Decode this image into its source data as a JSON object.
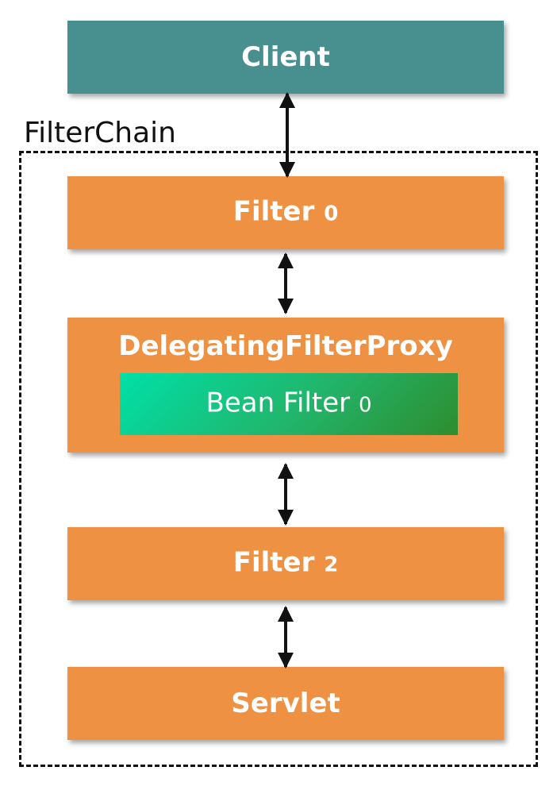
{
  "client": {
    "label": "Client"
  },
  "chain": {
    "label": "FilterChain"
  },
  "filter0": {
    "name": "Filter",
    "index": "0"
  },
  "proxy": {
    "label": "DelegatingFilterProxy"
  },
  "bean": {
    "name": "Bean Filter",
    "index": "0"
  },
  "filter2": {
    "name": "Filter",
    "index": "2"
  },
  "servlet": {
    "label": "Servlet"
  },
  "colors": {
    "client": "#489090",
    "filter": "#ee9142",
    "bean_start": "#00e0a8",
    "bean_end": "#2e8d2e",
    "border": "#111111"
  }
}
